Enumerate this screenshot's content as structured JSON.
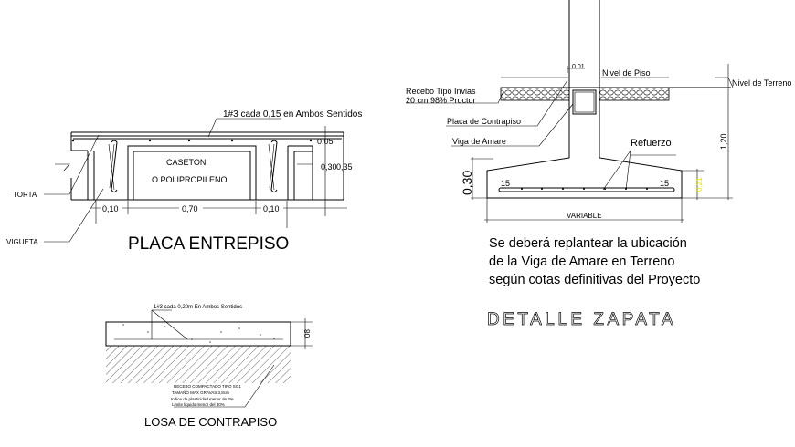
{
  "placa_entrepiso": {
    "title": "PLACA ENTREPISO",
    "rebar_note": "1#3 cada 0,15 en Ambos Sentidos",
    "caseton_line1": "CASETON",
    "caseton_line2": "O POLIPROPILENO",
    "label_torta": "TORTA",
    "label_vigueta": "VIGUETA",
    "dim_top": "0,05",
    "dim_inner": "0,30",
    "dim_total": "0,35",
    "dim_left": "0,10",
    "dim_center": "0,70",
    "dim_right": "0,10"
  },
  "losa_contrapiso": {
    "title": "LOSA DE CONTRAPISO",
    "rebar_note": "1#3 cada 0,20m  En Ambos Sentidos",
    "dim_thickness": "08",
    "notes": [
      "RECEBO COMPACTADO TIPO SG1",
      "TAMAÑO MAX GRAVAS 3,8cm",
      "Indice de plasticidad menor de 3%",
      "Limite liquido menor del 30%"
    ]
  },
  "detalle_zapata": {
    "title": "DETALLE ZAPATA",
    "dim_gap": "0.01",
    "nivel_piso": "Nivel de Piso",
    "nivel_terreno": "Nivel de Terreno",
    "recebo_line1": "Recebo Tipo Invias",
    "recebo_line2": "20 cm 98% Proctor",
    "placa_contrapiso": "Placa de Contrapiso",
    "viga_amare": "Viga de Amare",
    "refuerzo": "Refuerzo",
    "dim_depth": "1,20",
    "dim_footing": "0,30",
    "dim_inner": "0,21",
    "hook_left": "15",
    "hook_right": "15",
    "dim_width": "VARIABLE",
    "note_lines": [
      "Se deberá replantear la ubicación",
      "de la Viga de Amare en Terreno",
      "según cotas definitivas del Proyecto"
    ],
    "highlight_color": "#e6e600"
  }
}
